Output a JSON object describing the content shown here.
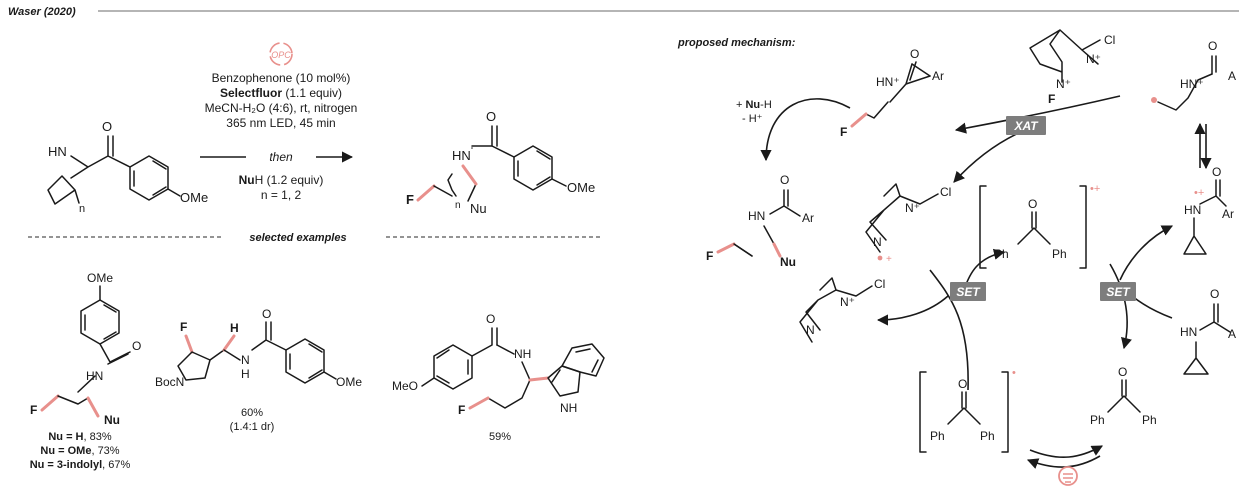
{
  "header": {
    "title": "Waser (2020)"
  },
  "reaction": {
    "catalyst_badge": "OPC",
    "conditions": [
      "Benzophenone (10 mol%)",
      "Selectfluor",
      " (1.1 equiv)",
      "MeCN-H₂O (4:6), rt, nitrogen",
      "365 nm LED, 45 min"
    ],
    "then": "then",
    "nucleophile_bold": "Nu",
    "nucleophile_rest": "H (1.2 equiv)",
    "n_values": "n = 1, 2",
    "sm_labels": {
      "hn": "HN",
      "o": "O",
      "ome": "OMe",
      "n": "n"
    },
    "prod_labels": {
      "hn": "HN",
      "o": "O",
      "ome": "OMe",
      "f": "F",
      "n": "n",
      "nu": "Nu"
    }
  },
  "examples": {
    "header": "selected examples",
    "ex1": {
      "ome": "OMe",
      "hn": "HN",
      "o": "O",
      "f": "F",
      "nu": "Nu",
      "yields": [
        {
          "nu": "Nu = H",
          "val": ", 83%"
        },
        {
          "nu": "Nu = OMe",
          "val": ", 73%"
        },
        {
          "nu": "Nu = 3-indolyl",
          "val": ", 67%"
        }
      ]
    },
    "ex2": {
      "f": "F",
      "h": "H",
      "boc": "BocN",
      "nh": "N",
      "nh_h": "H",
      "o": "O",
      "ome": "OMe",
      "yield": "60%",
      "dr": "(1.4:1 dr)"
    },
    "ex3": {
      "meo": "MeO",
      "nh": "NH",
      "o": "O",
      "f": "F",
      "indole_nh": "NH",
      "yield": "59%"
    }
  },
  "mechanism": {
    "title": "proposed mechanism:",
    "nu_add": "+ ",
    "nu_bold": "Nu",
    "nu_rest": "-H",
    "minus_h": "- H⁺",
    "xat": "XAT",
    "set": "SET",
    "ar": "Ar",
    "a": "A",
    "hn": "HN",
    "hn_plus": "HN⁺",
    "n_plus": "N⁺",
    "n": "N",
    "f": "F",
    "cl": "Cl",
    "o": "O",
    "ph": "Ph",
    "nu": "Nu",
    "rad_cat": "•+",
    "rad": "•"
  },
  "colors": {
    "accent": "#e8908c",
    "badge": "#7d7d7d",
    "ink": "#1a1a1a",
    "rule": "#b5b5b5"
  }
}
